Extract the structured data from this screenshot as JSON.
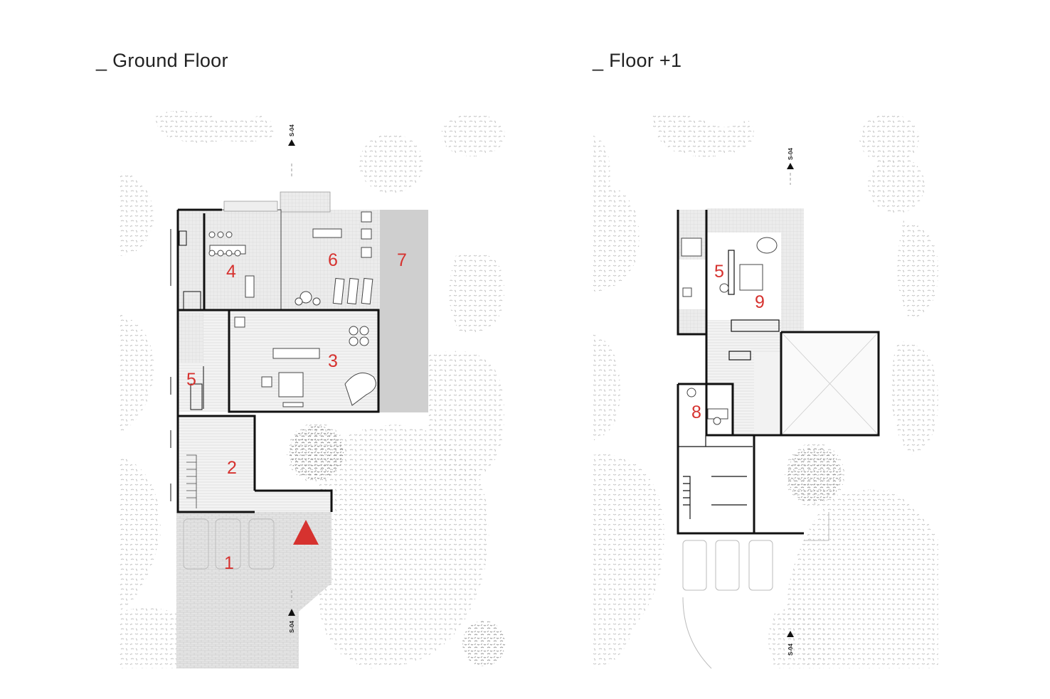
{
  "plans": {
    "ground": {
      "title": "_ Ground Floor",
      "rooms": [
        "1",
        "2",
        "3",
        "4",
        "5",
        "6",
        "7"
      ],
      "section_marks": [
        "S-04",
        "S-04"
      ]
    },
    "upper": {
      "title": "_ Floor +1",
      "rooms": [
        "5",
        "8",
        "9"
      ],
      "section_marks": [
        "S-04",
        "S-04"
      ]
    }
  },
  "colors": {
    "room_number": "#d6322f",
    "entrance_arrow": "#d6322f",
    "wall": "#111111",
    "foliage": "#9a9a9a",
    "terrace": "#c9c9c9"
  },
  "icons": [
    "north-entrance-arrow-icon",
    "section-marker-icon",
    "tree-icon"
  ]
}
